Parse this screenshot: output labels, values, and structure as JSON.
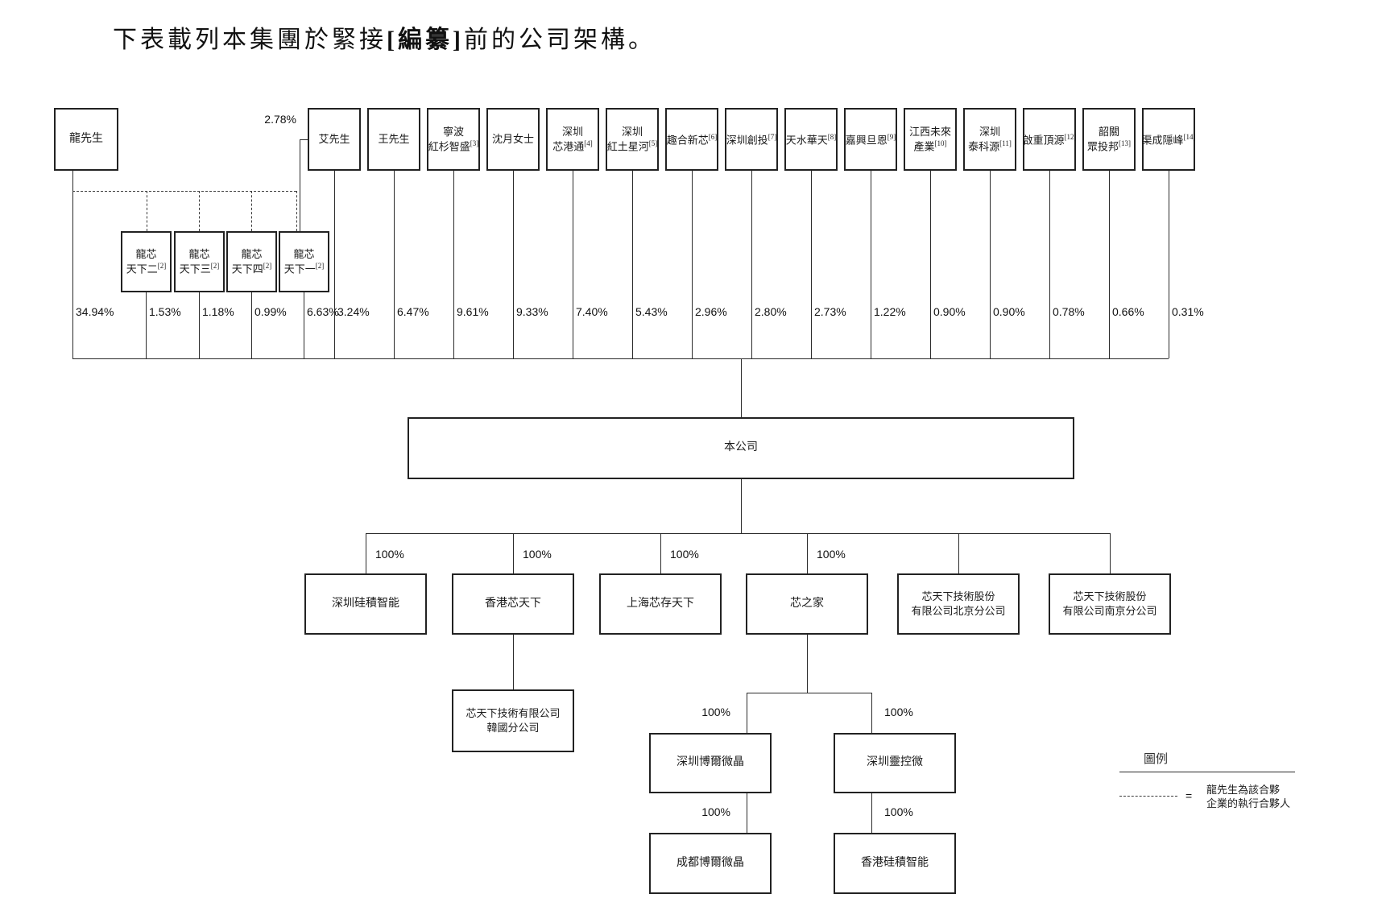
{
  "title": {
    "pre": "下表載列本集團於緊接",
    "bold": "[編纂]",
    "post": "前的公司架構。"
  },
  "shareholders": [
    {
      "lines": [
        "龍先生"
      ],
      "pct": "34.94%"
    },
    {
      "lines": [
        "艾先生"
      ],
      "pct": "3.24%"
    },
    {
      "lines": [
        "王先生"
      ],
      "pct": "6.47%"
    },
    {
      "lines": [
        "寧波",
        "紅杉智盛"
      ],
      "sup": "[3]",
      "pct": "9.61%"
    },
    {
      "lines": [
        "沈月女士"
      ],
      "pct": "9.33%"
    },
    {
      "lines": [
        "深圳",
        "芯港通"
      ],
      "sup": "[4]",
      "pct": "7.40%"
    },
    {
      "lines": [
        "深圳",
        "紅土星河"
      ],
      "sup": "[5]",
      "pct": "5.43%"
    },
    {
      "lines": [
        "趣合新芯"
      ],
      "sup": "[6]",
      "pct": "2.96%"
    },
    {
      "lines": [
        "深圳創投"
      ],
      "sup": "[7]",
      "pct": "2.80%"
    },
    {
      "lines": [
        "天水華天"
      ],
      "sup": "[8]",
      "pct": "2.73%"
    },
    {
      "lines": [
        "嘉興旦恩"
      ],
      "sup": "[9]",
      "pct": "1.22%"
    },
    {
      "lines": [
        "江西未來",
        "產業"
      ],
      "sup": "[10]",
      "pct": "0.90%"
    },
    {
      "lines": [
        "深圳",
        "泰科源"
      ],
      "sup": "[11]",
      "pct": "0.90%"
    },
    {
      "lines": [
        "啟重頂源"
      ],
      "sup": "[12]",
      "pct": "0.78%"
    },
    {
      "lines": [
        "韶關",
        "眾投邦"
      ],
      "sup": "[13]",
      "pct": "0.66%"
    },
    {
      "lines": [
        "渠成隱峰"
      ],
      "sup": "[14]",
      "pct": "0.31%"
    }
  ],
  "partnerships": [
    {
      "lines": [
        "龍芯",
        "天下二"
      ],
      "sup": "[2]",
      "pct": "1.53%"
    },
    {
      "lines": [
        "龍芯",
        "天下三"
      ],
      "sup": "[2]",
      "pct": "1.18%"
    },
    {
      "lines": [
        "龍芯",
        "天下四"
      ],
      "sup": "[2]",
      "pct": "0.99%"
    },
    {
      "lines": [
        "龍芯",
        "天下一"
      ],
      "sup": "[2]",
      "pct": "6.63%"
    }
  ],
  "special_edge": {
    "pct": "2.78%"
  },
  "company": {
    "name": "本公司"
  },
  "subsidiaries": [
    {
      "lines": [
        "深圳硅積智能"
      ],
      "pct": "100%"
    },
    {
      "lines": [
        "香港芯天下"
      ],
      "pct": "100%"
    },
    {
      "lines": [
        "上海芯存天下"
      ],
      "pct": "100%"
    },
    {
      "lines": [
        "芯之家"
      ],
      "pct": "100%"
    },
    {
      "lines": [
        "芯天下技術股份",
        "有限公司北京分公司"
      ]
    },
    {
      "lines": [
        "芯天下技術股份",
        "有限公司南京分公司"
      ]
    }
  ],
  "korea_branch": {
    "lines": [
      "芯天下技術有限公司",
      "韓國分公司"
    ]
  },
  "xzj_children": [
    {
      "lines": [
        "深圳博爾微晶"
      ],
      "pct": "100%"
    },
    {
      "lines": [
        "深圳靈控微"
      ],
      "pct": "100%"
    }
  ],
  "bottom": [
    {
      "lines": [
        "成都博爾微晶"
      ],
      "pct": "100%"
    },
    {
      "lines": [
        "香港硅積智能"
      ],
      "pct": "100%"
    }
  ],
  "legend": {
    "title": "圖例",
    "eq": "=",
    "lines": [
      "龍先生為該合夥",
      "企業的執行合夥人"
    ]
  }
}
